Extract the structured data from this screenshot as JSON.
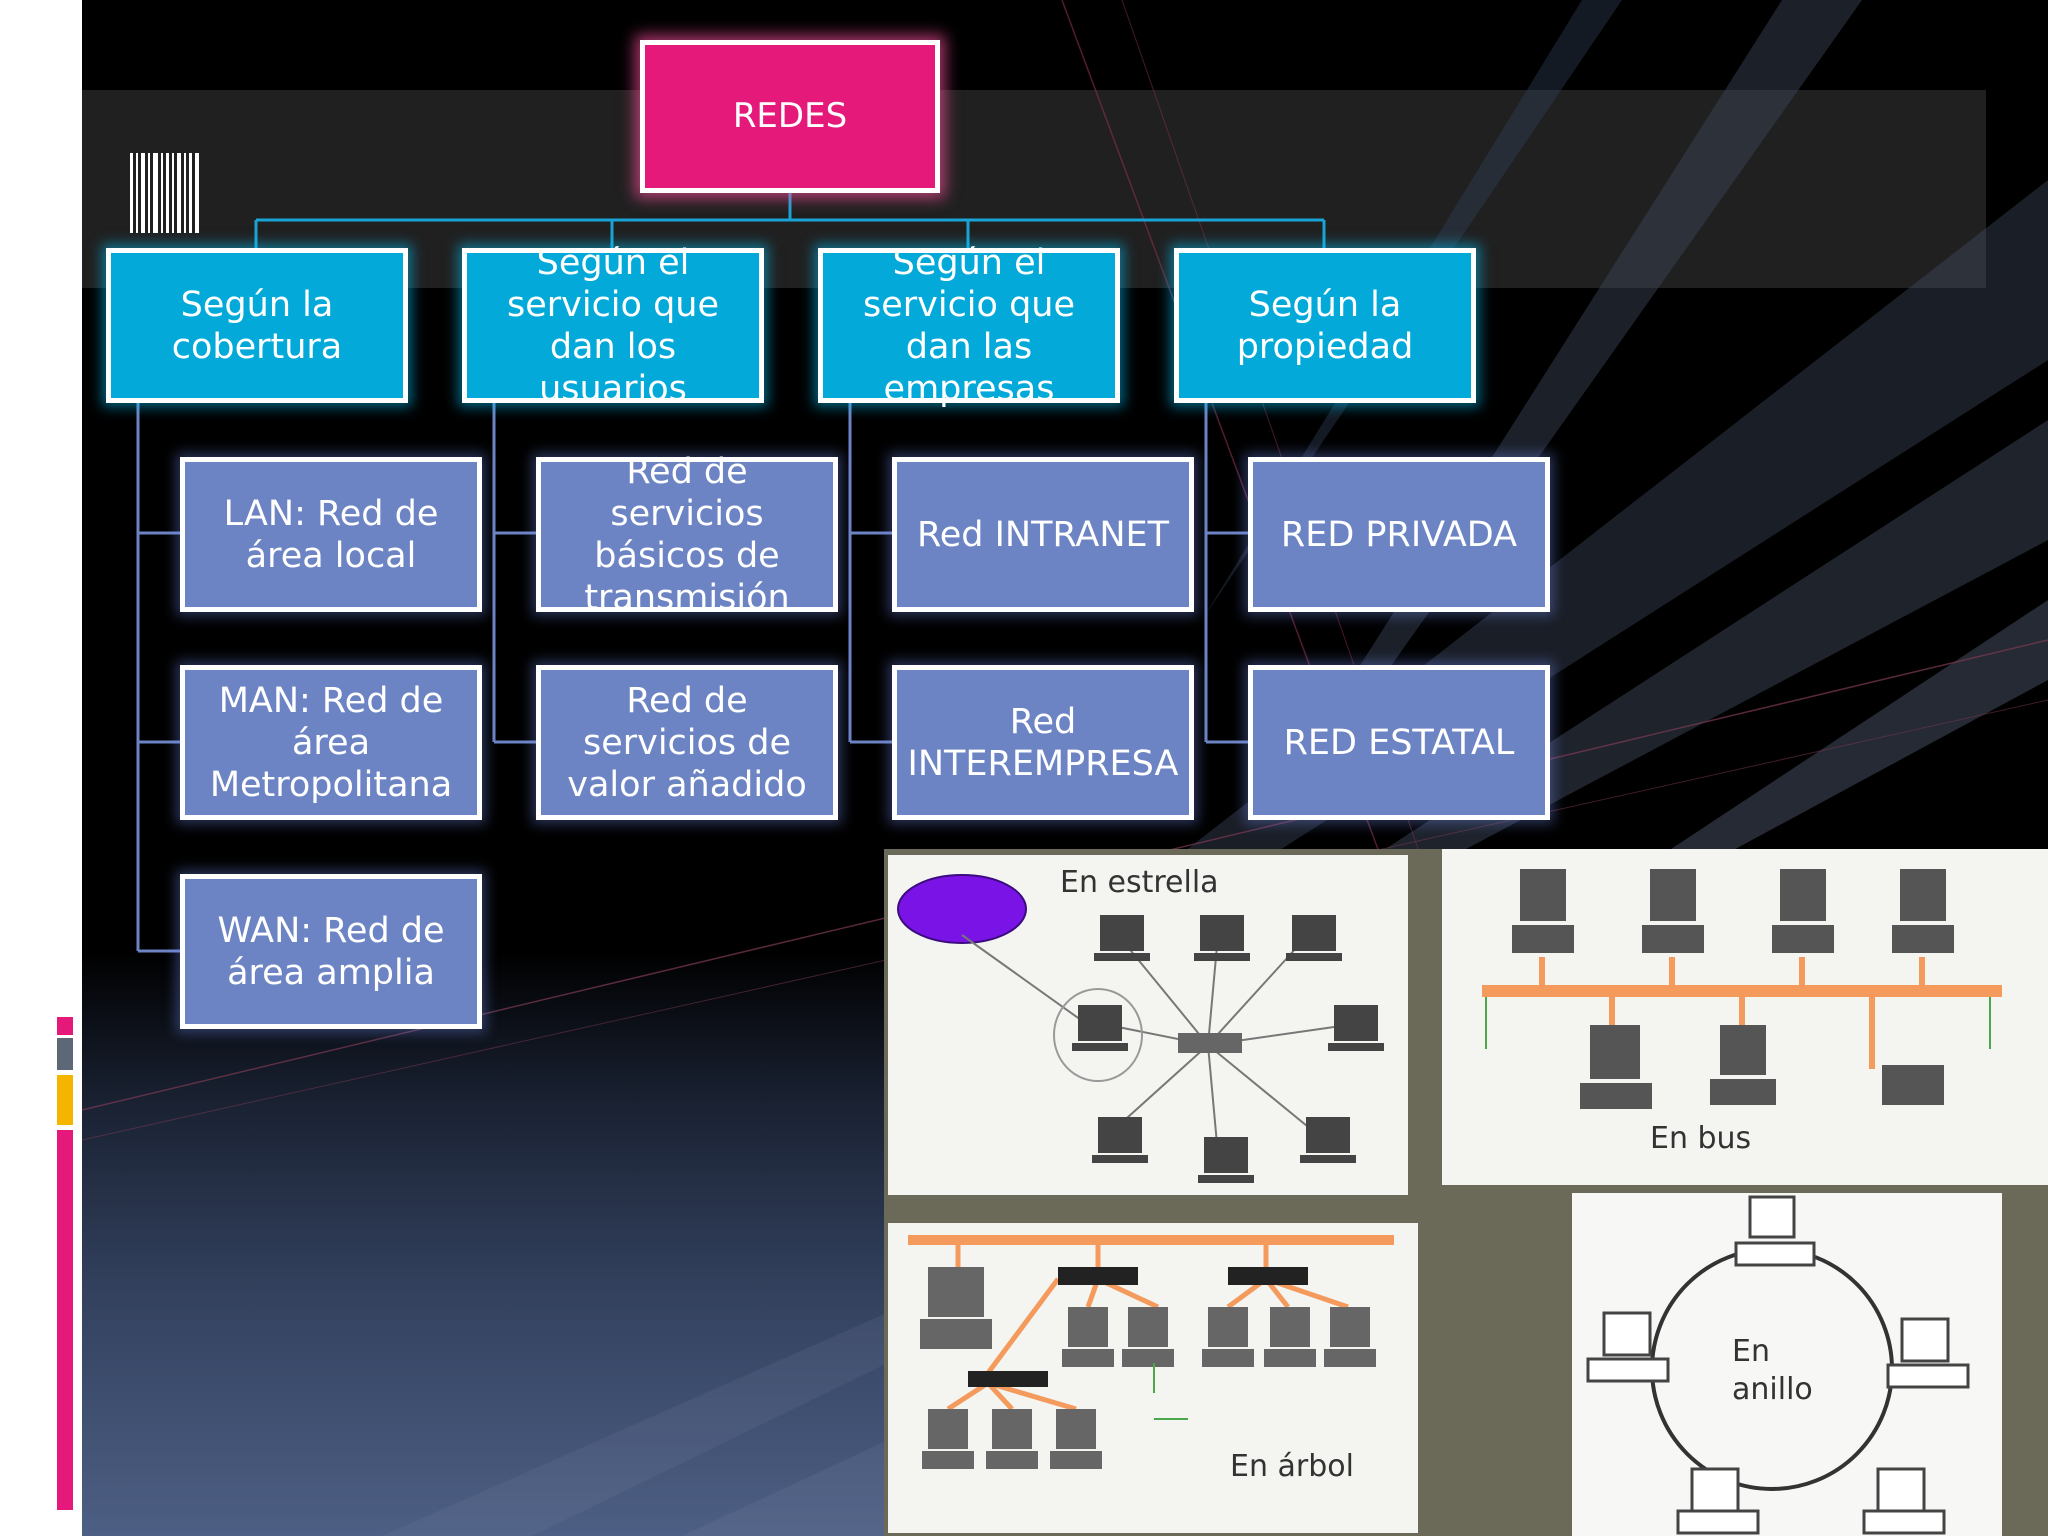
{
  "root": {
    "label": "REDES"
  },
  "categories": [
    {
      "label": "Según la cobertura"
    },
    {
      "label": "Según el servicio que dan los usuarios"
    },
    {
      "label": "Según el servicio que dan las empresas"
    },
    {
      "label": "Según la propiedad"
    }
  ],
  "items": {
    "lan": "LAN: Red de área local",
    "man": "MAN: Red de área Metropolitana",
    "wan": "WAN: Red de área amplia",
    "basic": "Red de servicios básicos de transmisión",
    "value": "Red de servicios de valor añadido",
    "intranet": "Red INTRANET",
    "interempresa": "Red INTEREMPRESA",
    "privada": "RED PRIVADA",
    "estatal": "RED ESTATAL"
  },
  "topologies": {
    "star": "En estrella",
    "bus": "En bus",
    "tree": "En árbol",
    "ring": "En anillo"
  },
  "colors": {
    "root": "#e5197a",
    "category": "#03a9d9",
    "leaf": "#6d84c4",
    "connector": "#1aa3d6"
  }
}
